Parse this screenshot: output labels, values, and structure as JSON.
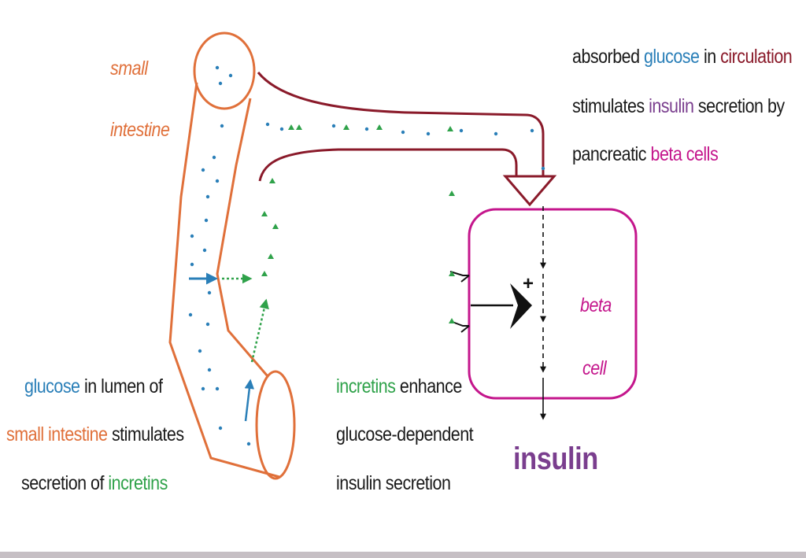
{
  "colors": {
    "intestine": "#e0703a",
    "glucose": "#2a7fb8",
    "incretin": "#2fa24a",
    "circulation": "#8a1a2a",
    "insulin": "#7a3e8e",
    "beta": "#c4168c",
    "text": "#1a1a1a"
  },
  "labels": {
    "small": "small",
    "intestine": "intestine",
    "beta": "beta",
    "cell": "cell",
    "insulin": "insulin",
    "plus": "+"
  },
  "caption_top": {
    "l1_a": "absorbed ",
    "l1_glucose": "glucose",
    "l1_b": " in ",
    "l1_circulation": "circulation",
    "l2_a": "stimulates ",
    "l2_insulin": "insulin",
    "l2_b": " secretion by",
    "l3_a": "pancreatic ",
    "l3_beta": "beta cells"
  },
  "caption_left": {
    "l1_glucose": "glucose",
    "l1_b": " in lumen of",
    "l2_small_intestine": "small intestine",
    "l2_b": " stimulates",
    "l3_a": "secretion of ",
    "l3_incretins": "incretins"
  },
  "caption_mid": {
    "l1_incretins": "incretins",
    "l1_b": " enhance",
    "l2": "glucose-dependent",
    "l3": "insulin secretion"
  }
}
